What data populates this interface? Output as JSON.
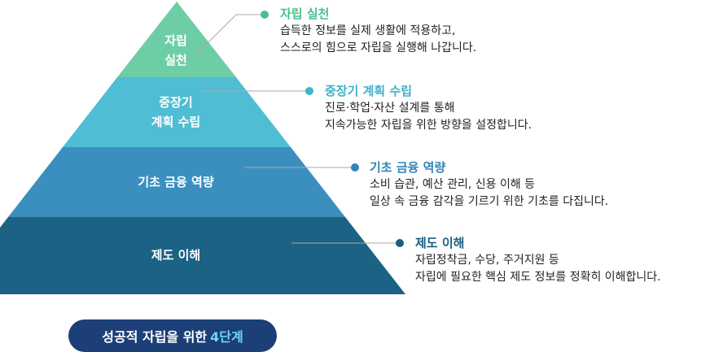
{
  "colors": {
    "layer1": "#6dcea6",
    "layer2": "#4fbdd3",
    "layer3": "#3a8fbf",
    "layer4": "#1b6284",
    "title1": "#48bf8a",
    "title2": "#3fb2cc",
    "title3": "#2f86b8",
    "title4": "#1b5e80",
    "badge": "#1d3f78",
    "badge_accent": "#6fd7f0",
    "connector": "#aaaaaa"
  },
  "layers": [
    {
      "label_lines": [
        "자립",
        "실천"
      ],
      "title": "자립 실천",
      "lines": [
        "습득한 정보를 실제 생활에 적용하고,",
        "스스로의 힘으로 자립을 실행해 나갑니다."
      ]
    },
    {
      "label_lines": [
        "중장기",
        "계획 수립"
      ],
      "title": "중장기 계획 수립",
      "lines": [
        "진로·학업·자산 설계를 통해",
        "지속가능한 자립을 위한 방향을 설정합니다."
      ]
    },
    {
      "label_lines": [
        "기초 금융 역량"
      ],
      "title": "기초 금융 역량",
      "lines": [
        "소비 습관, 예산 관리, 신용 이해 등",
        "일상 속 금융 감각을 기르기 위한 기초를 다집니다."
      ]
    },
    {
      "label_lines": [
        "제도 이해"
      ],
      "title": "제도 이해",
      "lines": [
        "자립정착금, 수당, 주거지원 등",
        "자립에 필요한 핵심 제도 정보를 정확히 이해합니다."
      ]
    }
  ],
  "footer": {
    "text": "성공적 자립을 위한",
    "accent": "4단계"
  }
}
